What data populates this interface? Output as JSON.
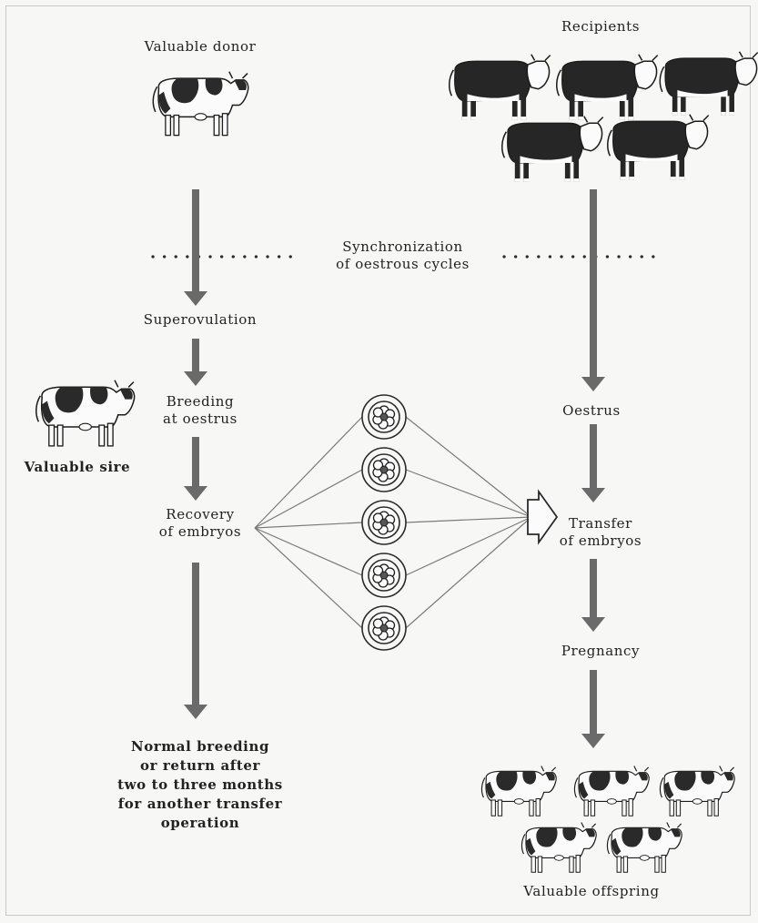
{
  "labels": {
    "donor": "Valuable donor",
    "recipients": "Recipients",
    "synchronization": "Synchronization\nof oestrous cycles",
    "superovulation": "Superovulation",
    "breeding": "Breeding\nat oestrus",
    "sire": "Valuable sire",
    "recovery": "Recovery\nof embryos",
    "oestrus": "Oestrus",
    "transfer": "Transfer\nof embryos",
    "pregnancy": "Pregnancy",
    "normal_breeding": "Normal breeding\nor return after\ntwo to three months\nfor another transfer\noperation",
    "offspring": "Valuable offspring"
  },
  "icons": {
    "donor": "holstein-cow-icon",
    "sire": "holstein-bull-icon",
    "recipients": "hereford-cow-icon",
    "offspring": "holstein-calf-icon",
    "embryo": "embryo-dish-icon"
  },
  "colors": {
    "arrow": "#6a6a6a",
    "line": "#7a7a7a",
    "ink": "#1c1c1c",
    "dark_coat": "#2a2a2a",
    "white_coat": "#fbfbfb"
  },
  "counts": {
    "recipients": 5,
    "embryos": 5,
    "offspring": 5
  }
}
